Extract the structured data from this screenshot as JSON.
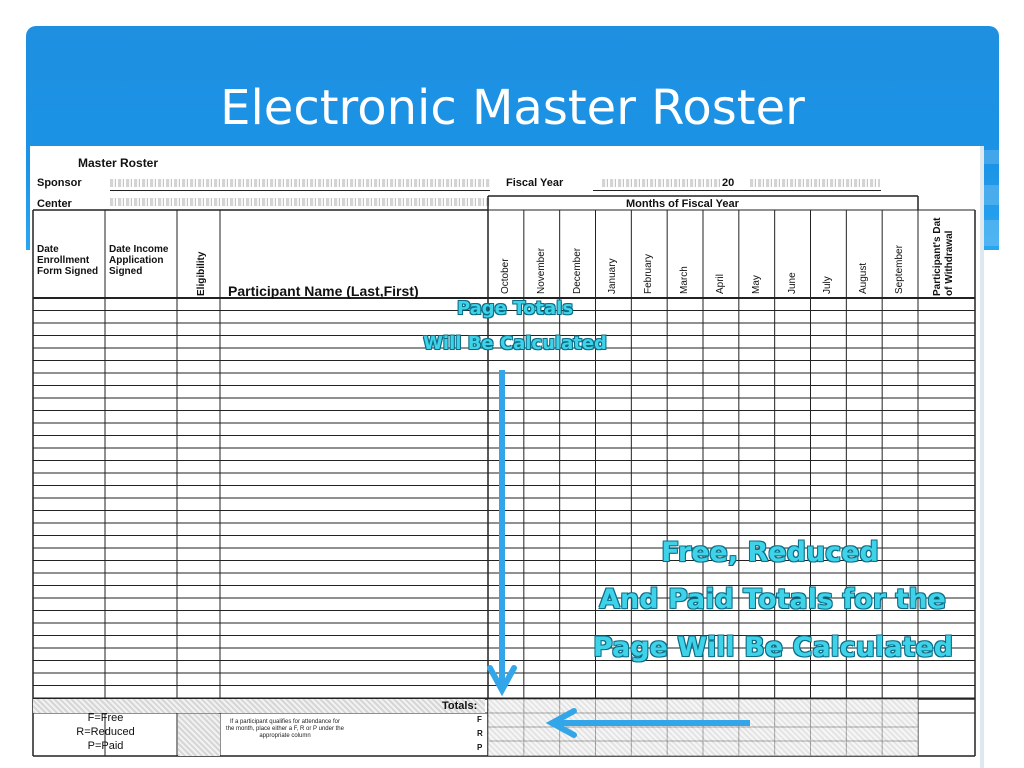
{
  "slide": {
    "title": "Electronic Master Roster",
    "header_color": "#1b93e6"
  },
  "form": {
    "heading": "Master Roster",
    "sponsor_label": "Sponsor",
    "center_label": "Center",
    "fiscal_year_label": "Fiscal Year",
    "fiscal_year_value": "20",
    "months_group_label": "Months of Fiscal Year",
    "columns": {
      "enrollment": "Date Enrollment Form Signed",
      "income": "Date Income Application Signed",
      "eligibility": "Eligibility",
      "participant": "Participant Name (Last,First)",
      "withdrawal": "Participant's Dat of Withdrawal"
    },
    "months": [
      "October",
      "November",
      "December",
      "January",
      "February",
      "March",
      "April",
      "May",
      "June",
      "July",
      "August",
      "September"
    ],
    "totals_label": "Totals:",
    "legend": [
      "F=Free",
      "R=Reduced",
      "P=Paid"
    ],
    "totals_rows": [
      "F",
      "R",
      "P"
    ],
    "note": "If a participant qualifies for attendance for the month, place either a F, R or P under the appropriate column"
  },
  "annotations": {
    "page_totals": [
      "Page Totals",
      "Will Be Calculated"
    ],
    "frp_totals": [
      "Free, Reduced",
      "And Paid Totals for the",
      "Page Will Be Calculated"
    ],
    "color": "#3ed3e8",
    "arrow_color": "#33a6ea"
  }
}
